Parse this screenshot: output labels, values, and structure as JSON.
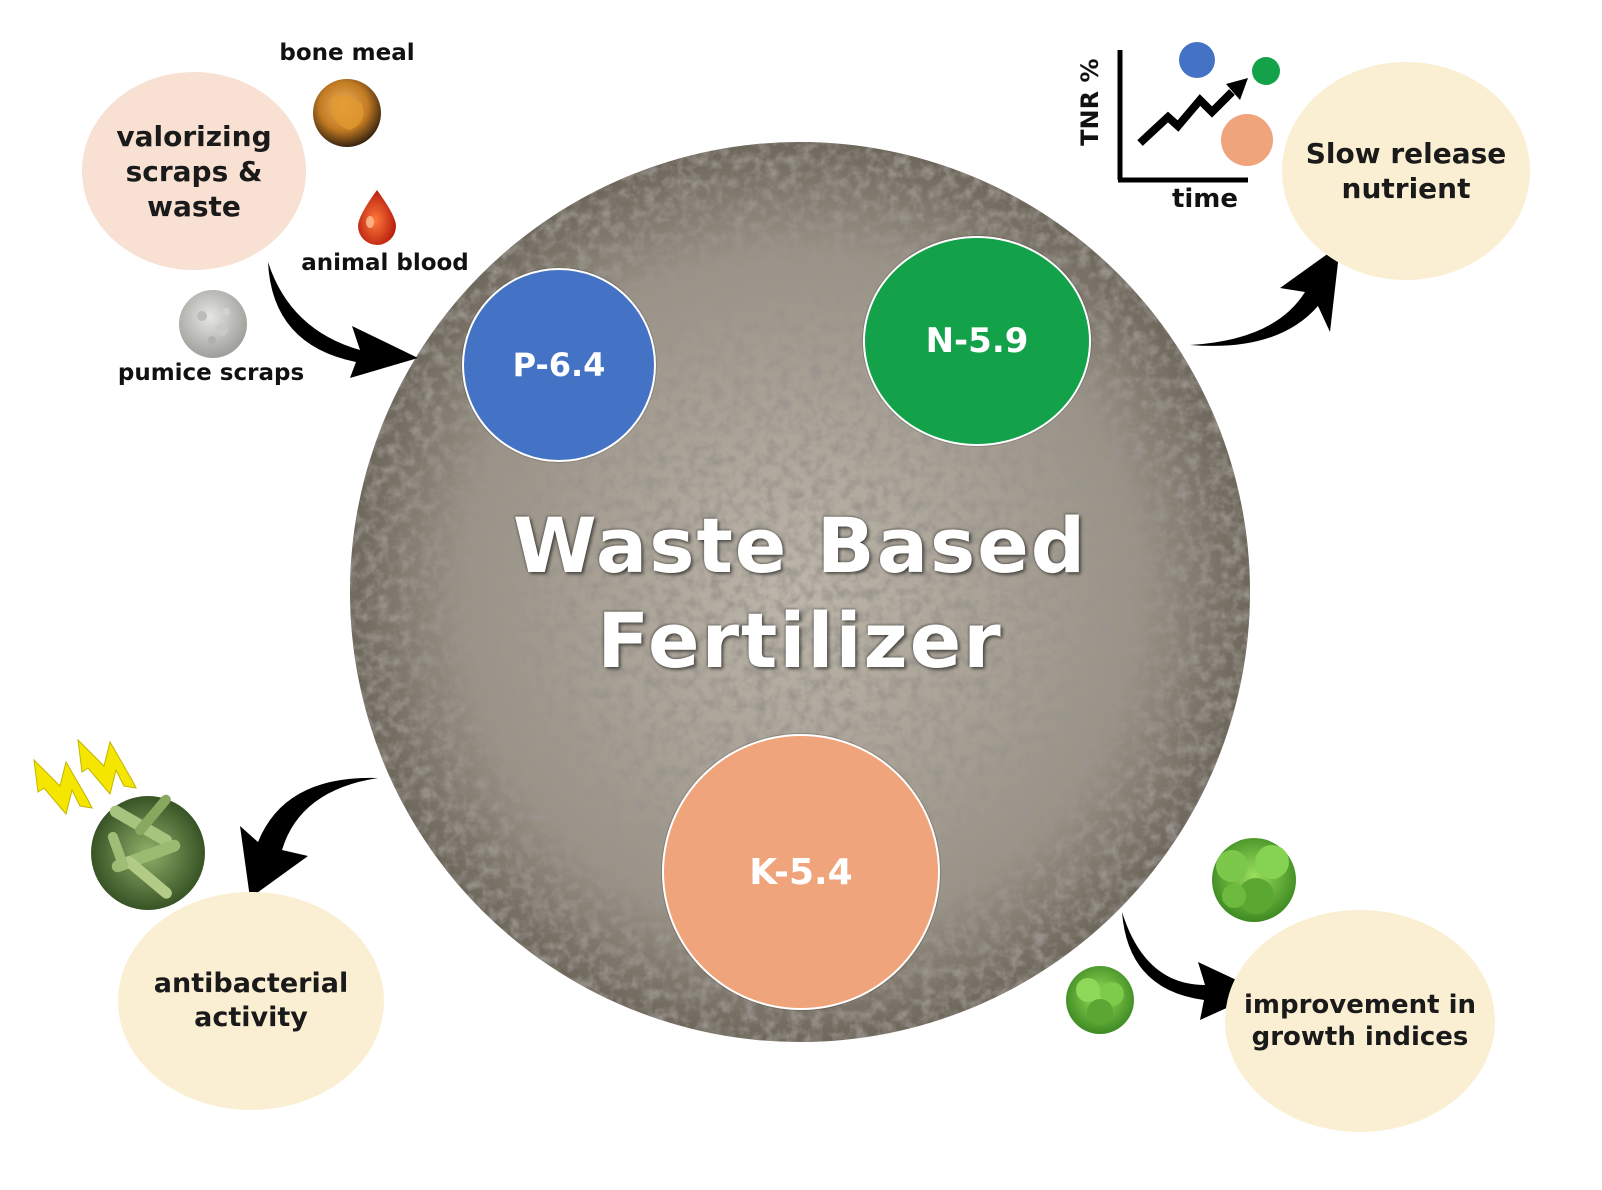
{
  "title": {
    "line1": "Waste Based",
    "line2": "Fertilizer"
  },
  "nutrients": [
    {
      "label": "P-6.4",
      "color": "#4472c4"
    },
    {
      "label": "N-5.9",
      "color": "#13a14a"
    },
    {
      "label": "K-5.4",
      "color": "#f0a47c"
    }
  ],
  "inputs": {
    "bubble": [
      "valorizing",
      "scraps &",
      "waste"
    ],
    "bone_meal": "bone meal",
    "animal_blood": "animal blood",
    "pumice_scraps": "pumice scraps"
  },
  "release": {
    "bubble": [
      "Slow release",
      "nutrient"
    ],
    "ylabel": "TNR %",
    "xlabel": "time"
  },
  "antibacterial": {
    "bubble": [
      "antibacterial",
      "activity"
    ]
  },
  "growth": {
    "bubble": [
      "improvement in",
      "growth indices"
    ]
  },
  "colors": {
    "input_bubble": "#f8e0d2",
    "output_bubble": "#fbefd3",
    "soil": "#8b8478",
    "arrow": "#000000"
  }
}
